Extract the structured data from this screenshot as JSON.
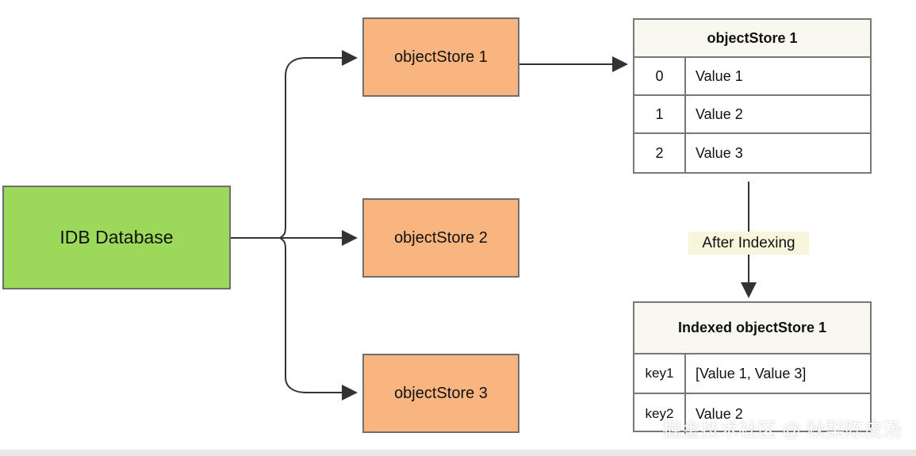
{
  "database": {
    "label": "IDB Database"
  },
  "object_stores": [
    {
      "label": "objectStore 1"
    },
    {
      "label": "objectStore 2"
    },
    {
      "label": "objectStore 3"
    }
  ],
  "store_table": {
    "title": "objectStore 1",
    "rows": [
      {
        "key": "0",
        "value": "Value 1"
      },
      {
        "key": "1",
        "value": "Value 2"
      },
      {
        "key": "2",
        "value": "Value 3"
      }
    ]
  },
  "indexing_label": "After Indexing",
  "indexed_table": {
    "title": "Indexed objectStore 1",
    "rows": [
      {
        "key": "key1",
        "value": "[Value 1, Value 3]"
      },
      {
        "key": "key2",
        "value": "Value 2"
      }
    ]
  },
  "watermark": "掘金技术社区 @ 秋梨陈皮汤",
  "colors": {
    "database": "#9cd85a",
    "object_store": "#f9b57f",
    "border": "#6f6f6f",
    "connector": "#333333"
  }
}
